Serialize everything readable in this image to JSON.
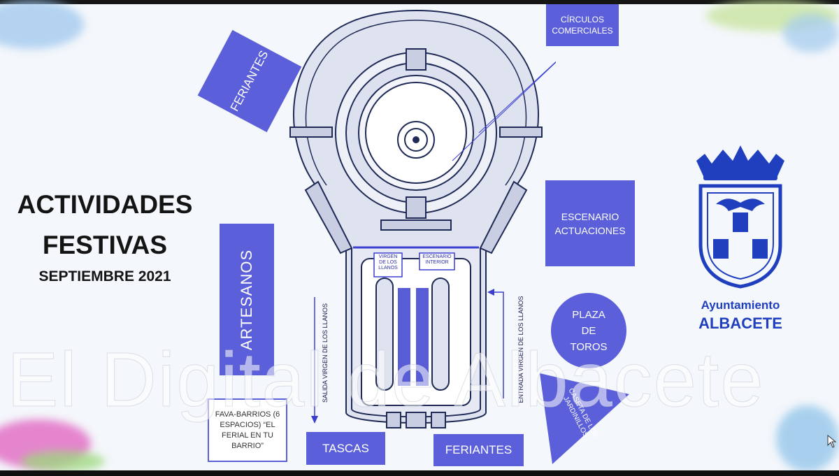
{
  "slide": {
    "title_line1": "ACTIVIDADES",
    "title_line2": "FESTIVAS",
    "subtitle": "SEPTIEMBRE 2021"
  },
  "zones": {
    "feriantes_top": "FERIANTES",
    "circulos": "CÍRCULOS COMERCIALES",
    "escenario": "ESCENARIO ACTUACIONES",
    "artesanos": "ARTESANOS",
    "plaza_toros": "PLAZA DE TOROS",
    "fava_barrios": "FAVA-BARRIOS (6 ESPACIOS) “EL FERIAL EN TU BARRIO”",
    "tascas": "TASCAS",
    "feriantes_bottom": "FERIANTES",
    "caseta": "CASETA DE LOS JARDINILLOS",
    "virgen_llanos": "VIRGEN DE LOS LLANOS",
    "escenario_interior": "ESCENARIO INTERIOR",
    "salida": "SALIDA VIRGEN DE LOS LLANOS",
    "entrada": "ENTRADA VIRGEN DE LOS LLANOS"
  },
  "logo": {
    "line1": "Ayuntamiento",
    "line2": "ALBACETE"
  },
  "watermark": "El Digital de Albacete",
  "colors": {
    "accent": "#5b5fd9",
    "logo_blue": "#1f3fbf",
    "plan_line": "#1e2a55"
  }
}
